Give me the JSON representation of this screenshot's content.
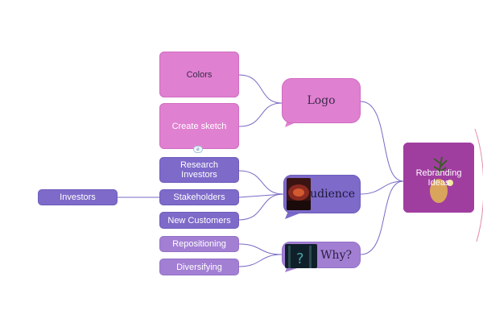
{
  "root": {
    "label": "Rebranding Ideas"
  },
  "logo": {
    "label": "Logo",
    "children": [
      {
        "label": "Colors"
      },
      {
        "label": "Create sketch"
      }
    ]
  },
  "audience": {
    "label": "Audience",
    "children": [
      {
        "label": "Research Investors"
      },
      {
        "label": "Stakeholders"
      },
      {
        "label": "New Customers"
      }
    ]
  },
  "investors": {
    "label": "Investors"
  },
  "why": {
    "label": "Why?",
    "children": [
      {
        "label": "Repositioning"
      },
      {
        "label": "Diversifying"
      }
    ]
  },
  "colors": {
    "connector": "#7a6ac4",
    "pink_node": "#e080d0",
    "violet_node": "#7d6ac9",
    "lilac_node": "#a27fd3",
    "root_node": "#a03ea0",
    "edge_accent": "#e28aa6"
  },
  "icons": {
    "collapse": "expand-collapse-icon"
  }
}
